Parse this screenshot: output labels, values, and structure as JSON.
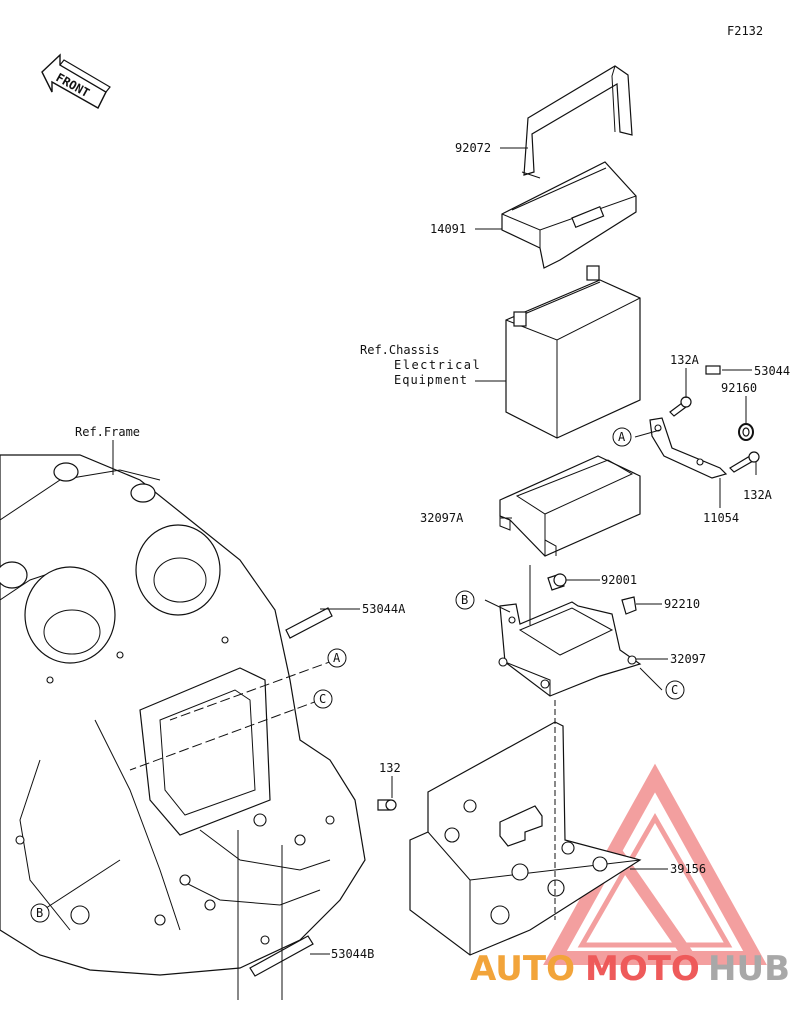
{
  "figure_code": "F2132",
  "front_arrow_label": "FRONT",
  "parts": [
    {
      "id": "p92072",
      "number": "92072"
    },
    {
      "id": "p14091",
      "number": "14091"
    },
    {
      "id": "p132A_upper",
      "number": "132A"
    },
    {
      "id": "p53044",
      "number": "53044"
    },
    {
      "id": "p92160",
      "number": "92160"
    },
    {
      "id": "p32097A",
      "number": "32097A"
    },
    {
      "id": "p132A_lower",
      "number": "132A"
    },
    {
      "id": "p11054",
      "number": "11054"
    },
    {
      "id": "p92001",
      "number": "92001"
    },
    {
      "id": "p92210",
      "number": "92210"
    },
    {
      "id": "p32097",
      "number": "32097"
    },
    {
      "id": "p53044A",
      "number": "53044A"
    },
    {
      "id": "p132",
      "number": "132"
    },
    {
      "id": "p39156",
      "number": "39156"
    },
    {
      "id": "p53044B",
      "number": "53044B"
    }
  ],
  "references": {
    "chassis_line1": "Ref.Chassis",
    "chassis_line2": "Electrical",
    "chassis_line3": "Equipment",
    "frame": "Ref.Frame"
  },
  "callouts": {
    "A": "A",
    "B": "B",
    "C": "C"
  },
  "watermark": {
    "part1": "AUTO",
    "part2": "MOTO",
    "part3": "HUB",
    "colors": {
      "auto": "#f2a43a",
      "moto": "#ee5a5a",
      "hub": "#a8a8a8",
      "triangle": "#f08080"
    }
  }
}
